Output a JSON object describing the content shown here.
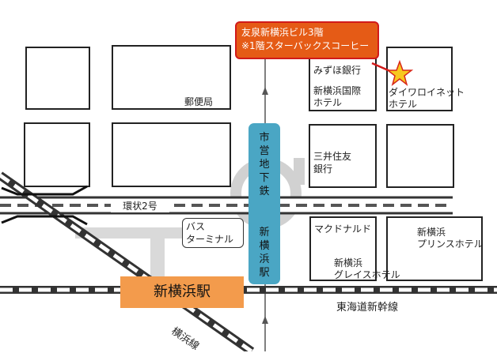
{
  "map": {
    "callout": {
      "line1": "友泉新横浜ビル3階",
      "line2": "※1階スターバックスコーヒー",
      "bg_color": "#e55b16",
      "border_color": "#d11a1a"
    },
    "station": {
      "name": "新横浜駅",
      "color": "#f39b4c"
    },
    "subway": {
      "label_top": "市営地下鉄",
      "label_bottom": "新横浜駅",
      "color": "#4aa6c4"
    },
    "roads": {
      "ring_road": "環状2号"
    },
    "rail_lines": {
      "tokaido": "東海道新幹線",
      "yokohama": "横浜線"
    },
    "bus_terminal": {
      "line1": "バス",
      "line2": "ターミナル"
    },
    "buildings": {
      "post_office": "郵便局",
      "mizuho_bank": "みずほ銀行",
      "shin_yokohama_kokusai": {
        "line1": "新横浜国際",
        "line2": "ホテル"
      },
      "daiwa_roynet": {
        "line1": "ダイワロイネット",
        "line2": "ホテル"
      },
      "mitsui_sumitomo": {
        "line1": "三井住友",
        "line2": "銀行"
      },
      "mcdonalds": "マクドナルド",
      "grace_hotel": {
        "line1": "新横浜",
        "line2": "グレイスホテル"
      },
      "prince_hotel": {
        "line1": "新横浜",
        "line2": "プリンスホテル"
      }
    },
    "marker": {
      "icon": "star-icon",
      "fill": "#f7c81e",
      "stroke": "#d8281a"
    },
    "subway_logo": "subway-logo-icon"
  }
}
